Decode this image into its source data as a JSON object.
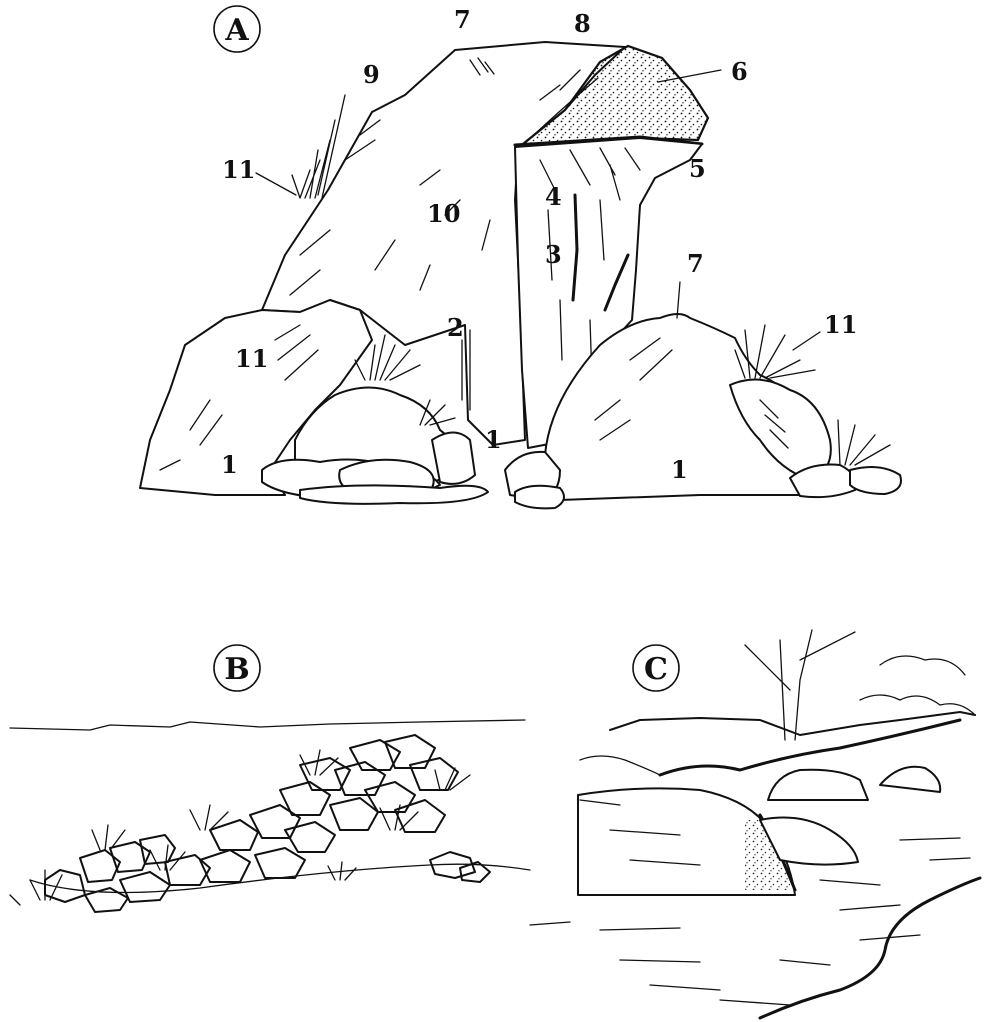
{
  "panels": [
    {
      "id": "A",
      "label": "A"
    },
    {
      "id": "B",
      "label": "B"
    },
    {
      "id": "C",
      "label": "C"
    }
  ],
  "callouts": [
    {
      "key": "c1a",
      "text": "1"
    },
    {
      "key": "c1b",
      "text": "1"
    },
    {
      "key": "c1c",
      "text": "1"
    },
    {
      "key": "c2",
      "text": "2"
    },
    {
      "key": "c3",
      "text": "3"
    },
    {
      "key": "c4",
      "text": "4"
    },
    {
      "key": "c5",
      "text": "5"
    },
    {
      "key": "c6",
      "text": "6"
    },
    {
      "key": "c7a",
      "text": "7"
    },
    {
      "key": "c7b",
      "text": "7"
    },
    {
      "key": "c8",
      "text": "8"
    },
    {
      "key": "c9",
      "text": "9"
    },
    {
      "key": "c10",
      "text": "10"
    },
    {
      "key": "c11a",
      "text": "11"
    },
    {
      "key": "c11b",
      "text": "11"
    },
    {
      "key": "c11c",
      "text": "11"
    }
  ]
}
